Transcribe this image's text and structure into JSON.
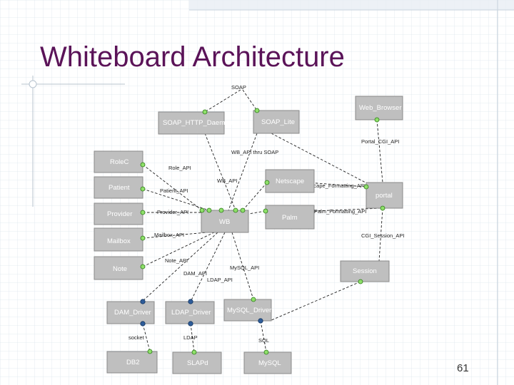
{
  "slide": {
    "title": "Whiteboard Architecture",
    "page_number": "61"
  },
  "colors": {
    "title": "#5a1358",
    "box_fill": "#bfbfbf",
    "port_green": "#8fe06a",
    "port_blue": "#2f5d9a"
  },
  "diagram": {
    "nodes": {
      "soap_http": "SOAP_HTTP_Daemon",
      "soap_lite": "SOAP_Lite",
      "web_browser": "Web_Browser",
      "rolec": "RoleC",
      "patient": "Patient",
      "provider": "Provider",
      "mailbox": "Mailbox",
      "note": "Note",
      "netscape": "Netscape",
      "palm": "Palm",
      "wb": "WB",
      "portal": "portal",
      "session": "Session",
      "dam_driver": "DAM_Driver",
      "ldap_driver": "LDAP_Driver",
      "mysql_driver": "MySQL_Driver",
      "db2": "DB2",
      "slapd": "SLAPd",
      "mysql": "MySQL"
    },
    "edge_labels": {
      "soap": "SOAP",
      "wb_api_thru_soap": "WB_API thru SOAP",
      "portal_cgi_api": "Portal_CGI_API",
      "role_api": "Role_API",
      "wb_api": "WB_API",
      "netscape_formatting_api": "Netscape_Formatting_API",
      "patient_api": "Patient_API",
      "provider_api": "Provider_API",
      "palm_formatting_api": "Palm_Formatting_API",
      "mailbox_api": "Mailbox_API",
      "cgi_session_api": "CGI_Session_API",
      "note_api": "Note_API",
      "mysql_api": "MySQL_API",
      "dam_api": "DAM_API",
      "ldap_api": "LDAP_API",
      "socket": "socket",
      "ldap": "LDAP",
      "sql": "SQL"
    }
  }
}
